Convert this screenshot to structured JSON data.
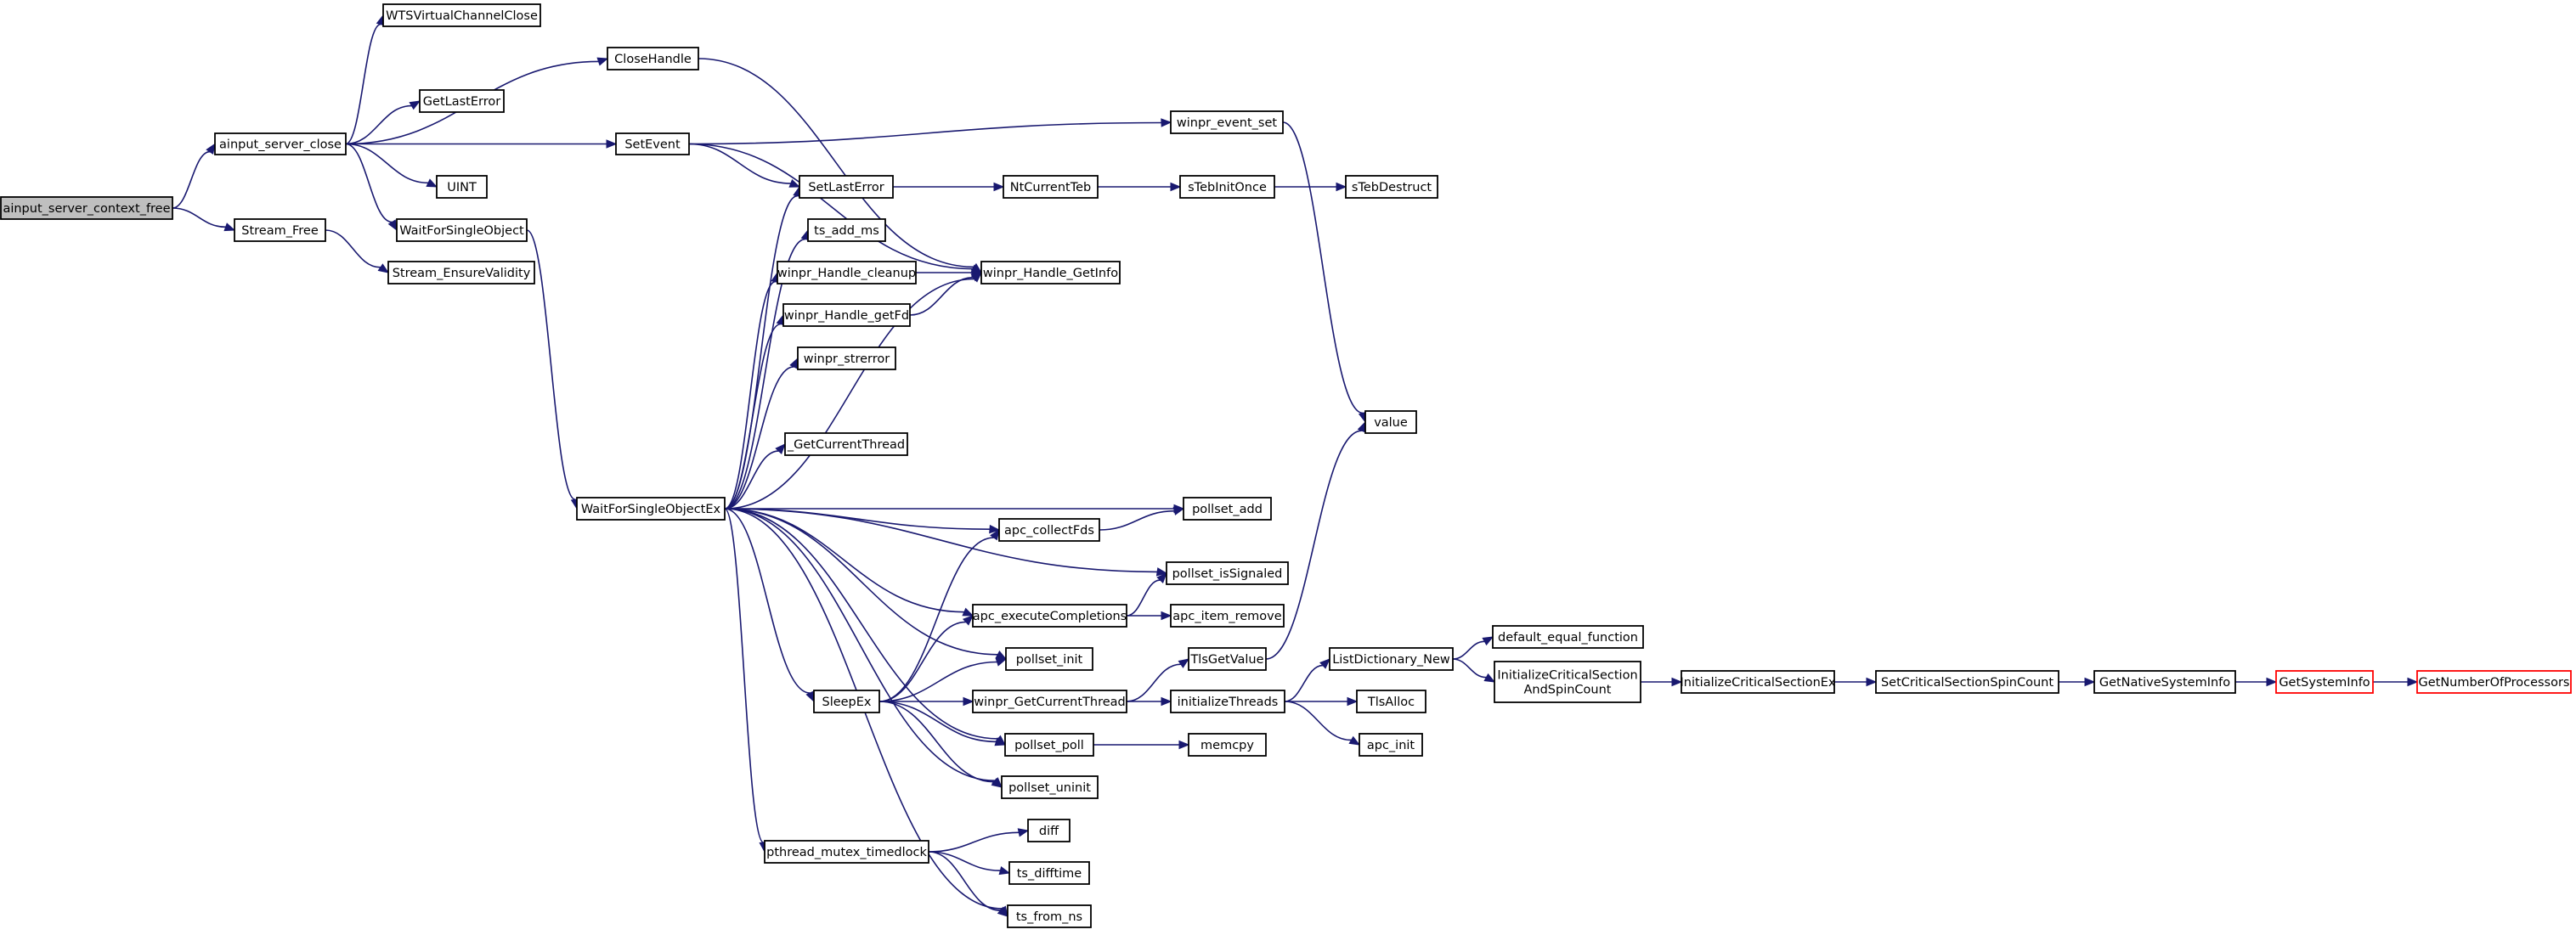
{
  "colors": {
    "edge": "#191970",
    "node_border": "#000000",
    "node_fill": "#ffffff",
    "root_fill": "#bfbfbf",
    "truncated_border": "#ff0000"
  },
  "nodes": [
    {
      "id": "ainput_server_context_free",
      "lines": [
        "ainput_server_context_free"
      ],
      "style": "root"
    },
    {
      "id": "ainput_server_close",
      "lines": [
        "ainput_server_close"
      ]
    },
    {
      "id": "Stream_Free",
      "lines": [
        "Stream_Free"
      ]
    },
    {
      "id": "WTSVirtualChannelClose",
      "lines": [
        "WTSVirtualChannelClose"
      ]
    },
    {
      "id": "CloseHandle",
      "lines": [
        "CloseHandle"
      ]
    },
    {
      "id": "GetLastError",
      "lines": [
        "GetLastError"
      ]
    },
    {
      "id": "SetEvent",
      "lines": [
        "SetEvent"
      ]
    },
    {
      "id": "UINT",
      "lines": [
        "UINT"
      ]
    },
    {
      "id": "WaitForSingleObject",
      "lines": [
        "WaitForSingleObject"
      ]
    },
    {
      "id": "Stream_EnsureValidity",
      "lines": [
        "Stream_EnsureValidity"
      ]
    },
    {
      "id": "winpr_event_set",
      "lines": [
        "winpr_event_set"
      ]
    },
    {
      "id": "SetLastError",
      "lines": [
        "SetLastError"
      ]
    },
    {
      "id": "winpr_Handle_GetInfo",
      "lines": [
        "winpr_Handle_GetInfo"
      ]
    },
    {
      "id": "NtCurrentTeb",
      "lines": [
        "NtCurrentTeb"
      ]
    },
    {
      "id": "sTebInitOnce",
      "lines": [
        "sTebInitOnce"
      ]
    },
    {
      "id": "sTebDestruct",
      "lines": [
        "sTebDestruct"
      ]
    },
    {
      "id": "ts_add_ms",
      "lines": [
        "ts_add_ms"
      ]
    },
    {
      "id": "winpr_Handle_cleanup",
      "lines": [
        "winpr_Handle_cleanup"
      ]
    },
    {
      "id": "winpr_Handle_getFd",
      "lines": [
        "winpr_Handle_getFd"
      ]
    },
    {
      "id": "winpr_strerror",
      "lines": [
        "winpr_strerror"
      ]
    },
    {
      "id": "_GetCurrentThread",
      "lines": [
        "_GetCurrentThread"
      ]
    },
    {
      "id": "value",
      "lines": [
        "value"
      ]
    },
    {
      "id": "WaitForSingleObjectEx",
      "lines": [
        "WaitForSingleObjectEx"
      ]
    },
    {
      "id": "pollset_add",
      "lines": [
        "pollset_add"
      ]
    },
    {
      "id": "apc_collectFds",
      "lines": [
        "apc_collectFds"
      ]
    },
    {
      "id": "pollset_isSignaled",
      "lines": [
        "pollset_isSignaled"
      ]
    },
    {
      "id": "apc_executeCompletions",
      "lines": [
        "apc_executeCompletions"
      ]
    },
    {
      "id": "apc_item_remove",
      "lines": [
        "apc_item_remove"
      ]
    },
    {
      "id": "default_equal_function",
      "lines": [
        "default_equal_function"
      ]
    },
    {
      "id": "pollset_init",
      "lines": [
        "pollset_init"
      ]
    },
    {
      "id": "TlsGetValue",
      "lines": [
        "TlsGetValue"
      ]
    },
    {
      "id": "ListDictionary_New",
      "lines": [
        "ListDictionary_New"
      ]
    },
    {
      "id": "InitializeCriticalSectionAndSpinCount",
      "lines": [
        "InitializeCriticalSection",
        "AndSpinCount"
      ]
    },
    {
      "id": "InitializeCriticalSectionEx",
      "lines": [
        "InitializeCriticalSectionEx"
      ]
    },
    {
      "id": "SetCriticalSectionSpinCount",
      "lines": [
        "SetCriticalSectionSpinCount"
      ]
    },
    {
      "id": "GetNativeSystemInfo",
      "lines": [
        "GetNativeSystemInfo"
      ]
    },
    {
      "id": "GetSystemInfo",
      "lines": [
        "GetSystemInfo"
      ],
      "style": "truncated"
    },
    {
      "id": "GetNumberOfProcessors",
      "lines": [
        "GetNumberOfProcessors"
      ],
      "style": "truncated"
    },
    {
      "id": "SleepEx",
      "lines": [
        "SleepEx"
      ]
    },
    {
      "id": "winpr_GetCurrentThread",
      "lines": [
        "winpr_GetCurrentThread"
      ]
    },
    {
      "id": "initializeThreads",
      "lines": [
        "initializeThreads"
      ]
    },
    {
      "id": "TlsAlloc",
      "lines": [
        "TlsAlloc"
      ]
    },
    {
      "id": "pollset_poll",
      "lines": [
        "pollset_poll"
      ]
    },
    {
      "id": "memcpy",
      "lines": [
        "memcpy"
      ]
    },
    {
      "id": "apc_init",
      "lines": [
        "apc_init"
      ]
    },
    {
      "id": "pollset_uninit",
      "lines": [
        "pollset_uninit"
      ]
    },
    {
      "id": "pthread_mutex_timedlock",
      "lines": [
        "pthread_mutex_timedlock"
      ]
    },
    {
      "id": "diff",
      "lines": [
        "diff"
      ]
    },
    {
      "id": "ts_difftime",
      "lines": [
        "ts_difftime"
      ]
    },
    {
      "id": "ts_from_ns",
      "lines": [
        "ts_from_ns"
      ]
    }
  ],
  "edges": [
    {
      "from": "ainput_server_context_free",
      "to": "ainput_server_close"
    },
    {
      "from": "ainput_server_context_free",
      "to": "Stream_Free"
    },
    {
      "from": "ainput_server_close",
      "to": "WTSVirtualChannelClose"
    },
    {
      "from": "ainput_server_close",
      "to": "CloseHandle"
    },
    {
      "from": "ainput_server_close",
      "to": "GetLastError"
    },
    {
      "from": "ainput_server_close",
      "to": "SetEvent"
    },
    {
      "from": "ainput_server_close",
      "to": "UINT"
    },
    {
      "from": "ainput_server_close",
      "to": "WaitForSingleObject"
    },
    {
      "from": "Stream_Free",
      "to": "Stream_EnsureValidity"
    },
    {
      "from": "CloseHandle",
      "to": "winpr_Handle_GetInfo"
    },
    {
      "from": "SetEvent",
      "to": "winpr_event_set"
    },
    {
      "from": "SetEvent",
      "to": "SetLastError"
    },
    {
      "from": "SetEvent",
      "to": "winpr_Handle_GetInfo"
    },
    {
      "from": "winpr_event_set",
      "to": "value"
    },
    {
      "from": "SetLastError",
      "to": "NtCurrentTeb"
    },
    {
      "from": "NtCurrentTeb",
      "to": "sTebInitOnce"
    },
    {
      "from": "sTebInitOnce",
      "to": "sTebDestruct"
    },
    {
      "from": "WaitForSingleObject",
      "to": "WaitForSingleObjectEx"
    },
    {
      "from": "WaitForSingleObjectEx",
      "to": "SetLastError"
    },
    {
      "from": "WaitForSingleObjectEx",
      "to": "ts_add_ms"
    },
    {
      "from": "WaitForSingleObjectEx",
      "to": "winpr_Handle_cleanup"
    },
    {
      "from": "WaitForSingleObjectEx",
      "to": "winpr_Handle_getFd"
    },
    {
      "from": "WaitForSingleObjectEx",
      "to": "winpr_strerror"
    },
    {
      "from": "WaitForSingleObjectEx",
      "to": "_GetCurrentThread"
    },
    {
      "from": "WaitForSingleObjectEx",
      "to": "winpr_Handle_GetInfo"
    },
    {
      "from": "WaitForSingleObjectEx",
      "to": "pollset_add"
    },
    {
      "from": "WaitForSingleObjectEx",
      "to": "apc_collectFds"
    },
    {
      "from": "WaitForSingleObjectEx",
      "to": "pollset_isSignaled"
    },
    {
      "from": "WaitForSingleObjectEx",
      "to": "apc_executeCompletions"
    },
    {
      "from": "WaitForSingleObjectEx",
      "to": "pollset_init"
    },
    {
      "from": "WaitForSingleObjectEx",
      "to": "SleepEx"
    },
    {
      "from": "WaitForSingleObjectEx",
      "to": "pollset_poll"
    },
    {
      "from": "WaitForSingleObjectEx",
      "to": "pollset_uninit"
    },
    {
      "from": "WaitForSingleObjectEx",
      "to": "pthread_mutex_timedlock"
    },
    {
      "from": "WaitForSingleObjectEx",
      "to": "ts_from_ns"
    },
    {
      "from": "winpr_Handle_cleanup",
      "to": "winpr_Handle_GetInfo"
    },
    {
      "from": "winpr_Handle_getFd",
      "to": "winpr_Handle_GetInfo"
    },
    {
      "from": "apc_collectFds",
      "to": "pollset_add"
    },
    {
      "from": "apc_executeCompletions",
      "to": "pollset_isSignaled"
    },
    {
      "from": "apc_executeCompletions",
      "to": "apc_item_remove"
    },
    {
      "from": "SleepEx",
      "to": "apc_collectFds"
    },
    {
      "from": "SleepEx",
      "to": "apc_executeCompletions"
    },
    {
      "from": "SleepEx",
      "to": "pollset_init"
    },
    {
      "from": "SleepEx",
      "to": "winpr_GetCurrentThread"
    },
    {
      "from": "SleepEx",
      "to": "pollset_poll"
    },
    {
      "from": "SleepEx",
      "to": "pollset_uninit"
    },
    {
      "from": "winpr_GetCurrentThread",
      "to": "TlsGetValue"
    },
    {
      "from": "winpr_GetCurrentThread",
      "to": "initializeThreads"
    },
    {
      "from": "TlsGetValue",
      "to": "value"
    },
    {
      "from": "initializeThreads",
      "to": "ListDictionary_New"
    },
    {
      "from": "initializeThreads",
      "to": "TlsAlloc"
    },
    {
      "from": "initializeThreads",
      "to": "apc_init"
    },
    {
      "from": "ListDictionary_New",
      "to": "default_equal_function"
    },
    {
      "from": "ListDictionary_New",
      "to": "InitializeCriticalSectionAndSpinCount"
    },
    {
      "from": "InitializeCriticalSectionAndSpinCount",
      "to": "InitializeCriticalSectionEx"
    },
    {
      "from": "InitializeCriticalSectionEx",
      "to": "SetCriticalSectionSpinCount"
    },
    {
      "from": "SetCriticalSectionSpinCount",
      "to": "GetNativeSystemInfo"
    },
    {
      "from": "GetNativeSystemInfo",
      "to": "GetSystemInfo"
    },
    {
      "from": "GetSystemInfo",
      "to": "GetNumberOfProcessors"
    },
    {
      "from": "pollset_poll",
      "to": "memcpy"
    },
    {
      "from": "pthread_mutex_timedlock",
      "to": "diff"
    },
    {
      "from": "pthread_mutex_timedlock",
      "to": "ts_difftime"
    },
    {
      "from": "pthread_mutex_timedlock",
      "to": "ts_from_ns"
    }
  ]
}
